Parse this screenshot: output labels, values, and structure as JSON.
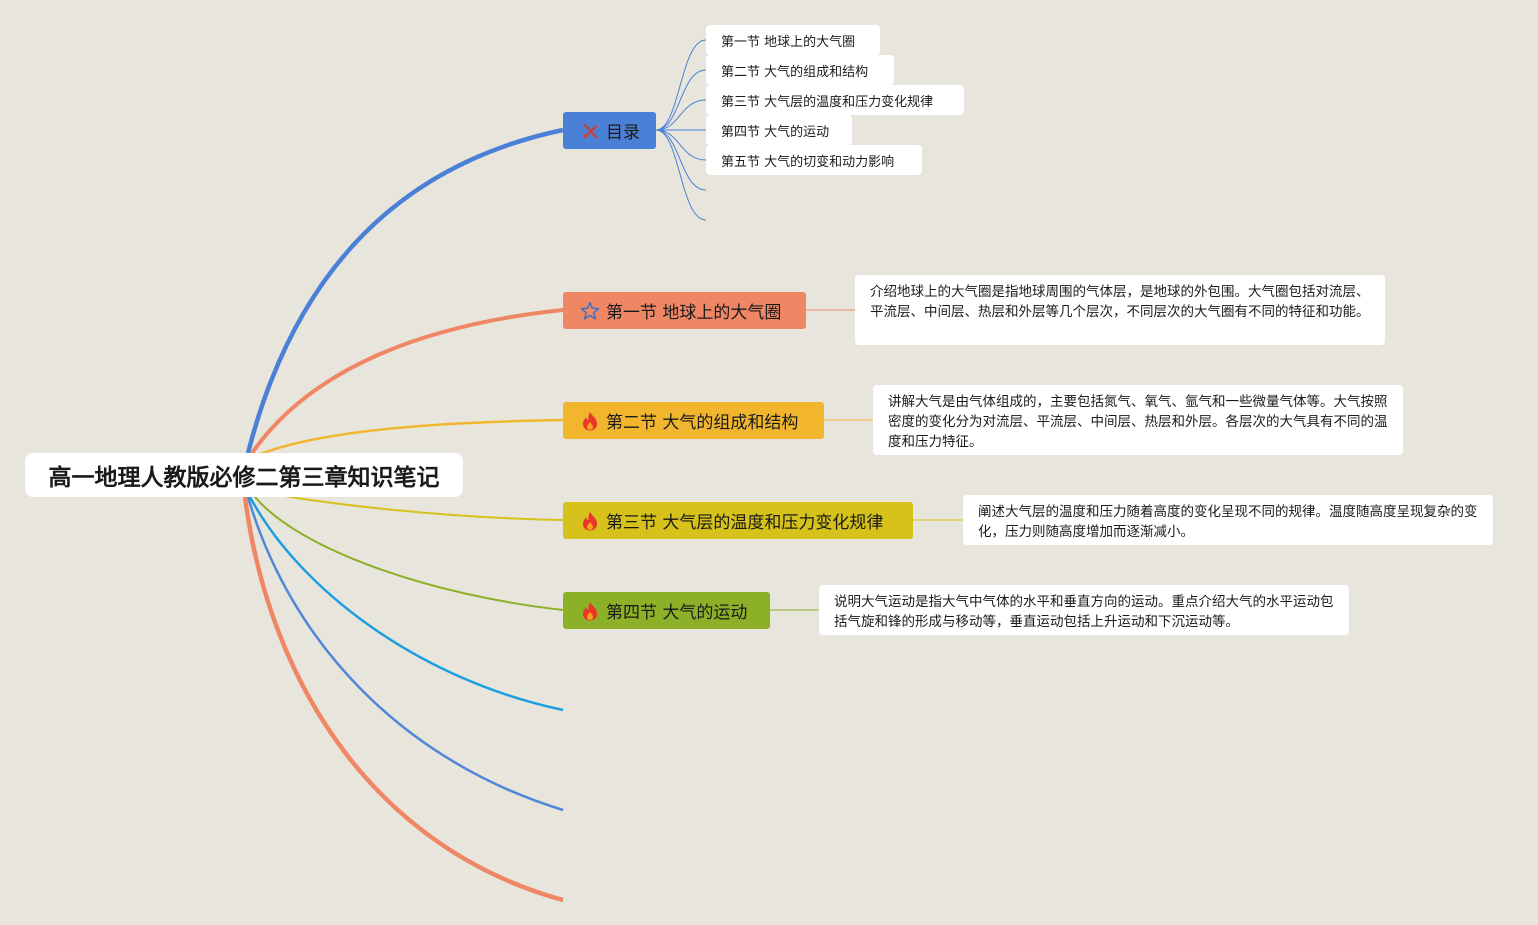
{
  "root": {
    "title": "高一地理人教版必修二第三章知识笔记"
  },
  "colors": {
    "toc": "#4a80d6",
    "s1": "#ef8765",
    "s2": "#f2b62e",
    "s3": "#d7c11b",
    "s4": "#8cb028",
    "extra1": "#1c9fe0",
    "extra2": "#5087d8",
    "extra3": "#ef8765"
  },
  "toc": {
    "label": "目录",
    "icon": "tools-icon",
    "items": [
      "第一节 地球上的大气圈",
      "第二节 大气的组成和结构",
      "第三节 大气层的温度和压力变化规律",
      "第四节 大气的运动",
      "第五节 大气的切变和动力影响"
    ]
  },
  "sections": [
    {
      "label": "第一节 地球上的大气圈",
      "icon": "star-icon",
      "note": "介绍地球上的大气圈是指地球周围的气体层，是地球的外包围。大气圈包括对流层、平流层、中间层、热层和外层等几个层次，不同层次的大气圈有不同的特征和功能。"
    },
    {
      "label": "第二节 大气的组成和结构",
      "icon": "fire-icon",
      "note": "讲解大气是由气体组成的，主要包括氮气、氧气、氩气和一些微量气体等。大气按照密度的变化分为对流层、平流层、中间层、热层和外层。各层次的大气具有不同的温度和压力特征。"
    },
    {
      "label": "第三节 大气层的温度和压力变化规律",
      "icon": "fire-icon",
      "note": "阐述大气层的温度和压力随着高度的变化呈现不同的规律。温度随高度呈现复杂的变化，压力则随高度增加而逐渐减小。"
    },
    {
      "label": "第四节 大气的运动",
      "icon": "fire-icon",
      "note": "说明大气运动是指大气中气体的水平和垂直方向的运动。重点介绍大气的水平运动包括气旋和锋的形成与移动等，垂直运动包括上升运动和下沉运动等。"
    }
  ]
}
